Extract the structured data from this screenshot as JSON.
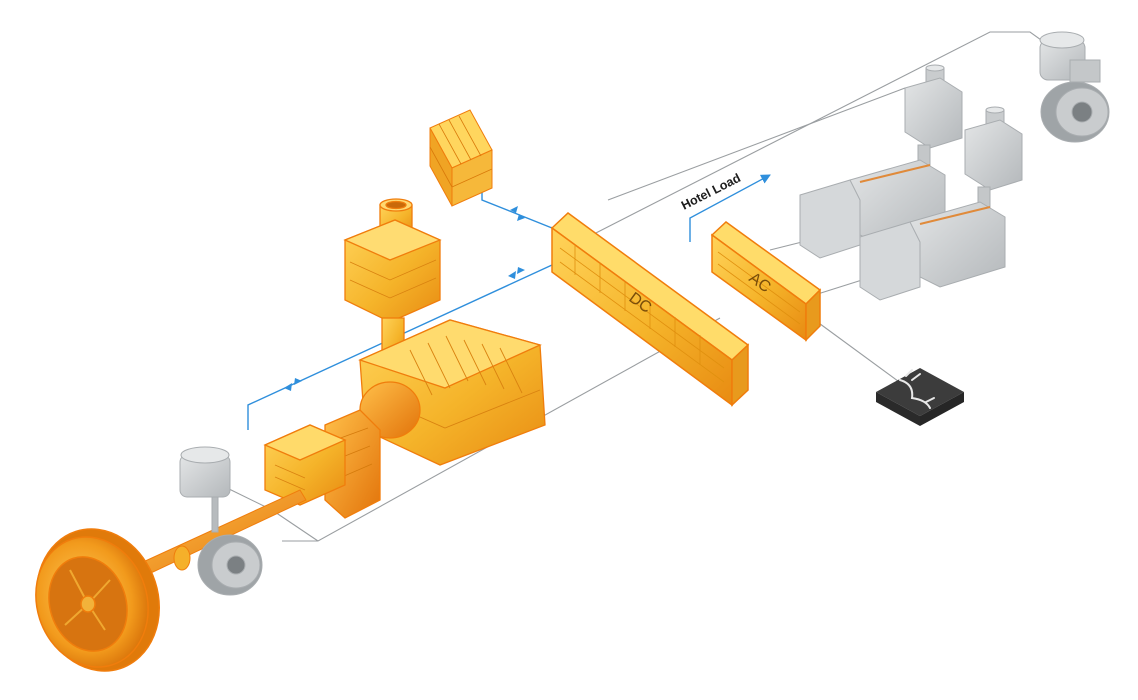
{
  "labels": {
    "hotel_load": "Hotel Load",
    "dc_bus": "DC",
    "ac_bus": "AC"
  },
  "icons": {
    "shore_power": "shore-power-plug-icon"
  },
  "colors": {
    "active_fill": "#f5b72c",
    "active_outline": "#f07d0c",
    "inactive_fill": "#cfd2d4",
    "inactive_outline": "#a9adb0",
    "dc_link": "#2f8fdc",
    "ac_link": "#8f9396",
    "badge": "#3c3c3c"
  }
}
